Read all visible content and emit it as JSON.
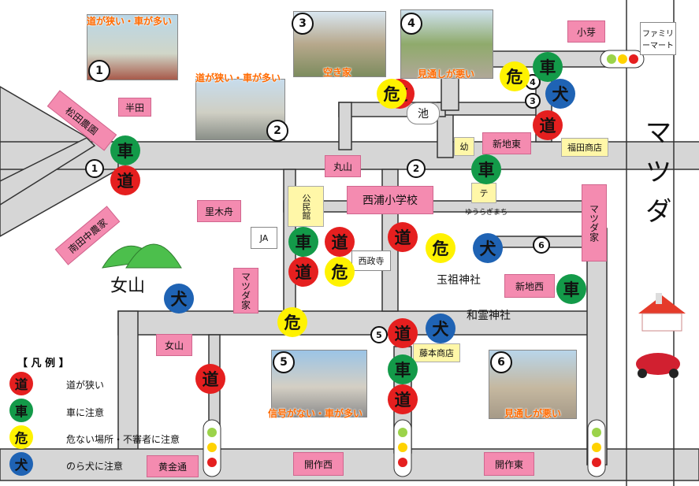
{
  "colors": {
    "road": "#cfcfcf",
    "road_edge": "#333333",
    "block": "#ffffff",
    "pink": "#f48bb0",
    "red": "#e51f1f",
    "green": "#139a49",
    "yellow": "#fff200",
    "blue": "#1f63b4",
    "green_hill": "#4cbf4c",
    "caption": "#ff6a00"
  },
  "areas": {
    "handa": "半田",
    "maruyama": "丸山",
    "satokifune": "里木舟",
    "shinchi_higashi": "新地東",
    "shinchi_nishi": "新地西",
    "komeme": "小芽",
    "onnayama": "女山",
    "koganedori": "黄金通",
    "kaisaku_nishi": "開作西",
    "kaisaku_higashi": "開作東"
  },
  "places": {
    "family_mart": "ファミリーマート",
    "matsudake": "マツダ家",
    "school": "西浦小学校",
    "jinja1": "玉祖神社",
    "jinja2": "和霊神社",
    "store1": "福田商店",
    "store2": "藤本商店",
    "ja": "JA",
    "ike": "池",
    "kouminkan": "公民館",
    "teisei": "西政寺",
    "youchien": "幼",
    "te": "テ",
    "yuranogakkou": "ゆうらぎまち",
    "matsuda_road": "マツダ",
    "onna_yama_hill": "女山",
    "matsuda_hall": "マツダ家",
    "matsuda_left": "マツダ家",
    "ryokin_road": "松田農園",
    "higashi_road": "南田中農家"
  },
  "captions": {
    "c1": "道が狭い・車が多い",
    "c2": "道が狭い・車が多い",
    "c3": "空き家",
    "c4": "見通しが悪い",
    "c5": "信号がない・車が多い",
    "c6": "見通しが悪い"
  },
  "numbers": {
    "n1": "1",
    "n2": "2",
    "n3": "3",
    "n4": "4",
    "n5": "5",
    "n6": "6"
  },
  "markers": {
    "road": "道",
    "car": "車",
    "danger": "危",
    "dog": "犬"
  },
  "legend": {
    "title": "【 凡 例 】",
    "road": "道が狭い",
    "car": "車に注意",
    "danger": "危ない場所・不審者に注意",
    "dog": "のら犬に注意"
  }
}
